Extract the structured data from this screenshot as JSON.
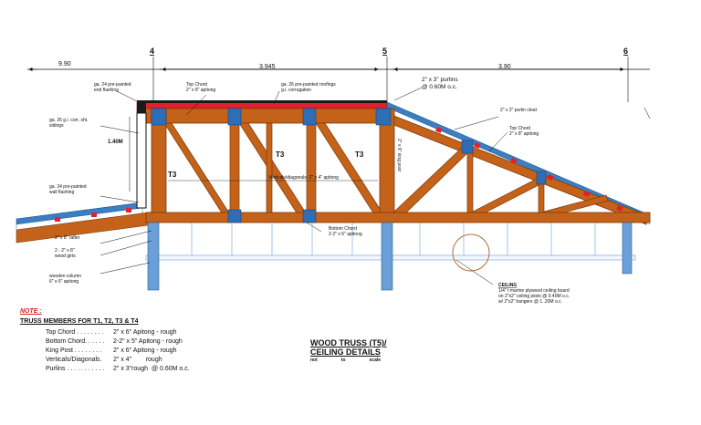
{
  "grid": {
    "gridline_4": "4",
    "gridline_5": "5",
    "gridline_6": "6"
  },
  "dimensions": {
    "dim_left": "9.90",
    "dim_mid": "3.945",
    "dim_right": "3.90",
    "wall_height": "1.40M"
  },
  "labels": {
    "end_flashing_1": "ga. 24 pre-painted",
    "end_flashing_2": "end flashing",
    "top_chord_1": "Top Chord",
    "top_chord_2": "2\" x 8\" apitong",
    "roofing_1": "ga. 26 pre-painted roofings",
    "roofing_2": "g.i. corrugation",
    "purlins_1": "2\" x 3\" purlins",
    "purlins_2": "@ 0.60M o.c.",
    "siding_1": "ga. 26 g.i. corr. sht.",
    "siding_2": "sidings",
    "purlin_cleat": "2\" x 2\" purlin cleat",
    "top_chord_r_1": "Top Chord",
    "top_chord_r_2": "2\" x 8\" apitong",
    "t3_a": "T3",
    "t3_b": "T3",
    "t3_c": "T3",
    "king_post": "2\" x 6\" king post",
    "verticals": "Verticals/diagonals -2\" x 4\" apitong",
    "wall_flashing_1": "ga. 24 pre-painted",
    "wall_flashing_2": "wall flashing",
    "rafter": "2\" x 8\" rafter",
    "girts_1": "2 - 2\" x 8\"",
    "girts_2": "wood girts",
    "bottom_chord_1": "Bottom Chord",
    "bottom_chord_2": "2-2\" x 6\" apitong",
    "column_1": "wooden column",
    "column_2": "6\" x 6\" apitong",
    "ceiling_title": "CEILING",
    "ceiling_1": "1/4\" t marine plywood ceiling board",
    "ceiling_2": "on 2\"x2\" ceiling  joists @ 0.40M o.c.",
    "ceiling_3": "w/ 2\"x2\" hangers @ 1..20M o.c."
  },
  "note": {
    "title": "NOTE :",
    "subtitle": "TRUSS MEMBERS FOR T1, T2, T3 & T4",
    "rows": [
      {
        "name": "Top Chord . . . . . . . .",
        "spec": "2\" x 6\" Apitong - rough"
      },
      {
        "name": "Bottom Chord. . . . . .",
        "spec": "2-2\" x 5\" Apitong - rough"
      },
      {
        "name": "King Post . . . . . . . .",
        "spec": "2\" x 6\" Apitong - rough"
      },
      {
        "name": "Verticals/Diagonals.",
        "spec": "2\" x 4\"        rough"
      },
      {
        "name": "Purlins . . . . . . . . . . .",
        "spec": "2\" x 3\"rough  @ 0.60M o.c."
      }
    ]
  },
  "title_block": {
    "line1": "WOOD TRUSS (T5)/",
    "line2": "CEILING DETAILS",
    "not": "not",
    "to": "to",
    "scale": "scale"
  },
  "colors": {
    "wood": "#c4621a",
    "wood_edge": "#7a3a0c",
    "steel_blue": "#2f6db5",
    "roof_red": "#e0202a",
    "roof_blue": "#3a7fc4",
    "column_blue": "#6a9fd8"
  }
}
